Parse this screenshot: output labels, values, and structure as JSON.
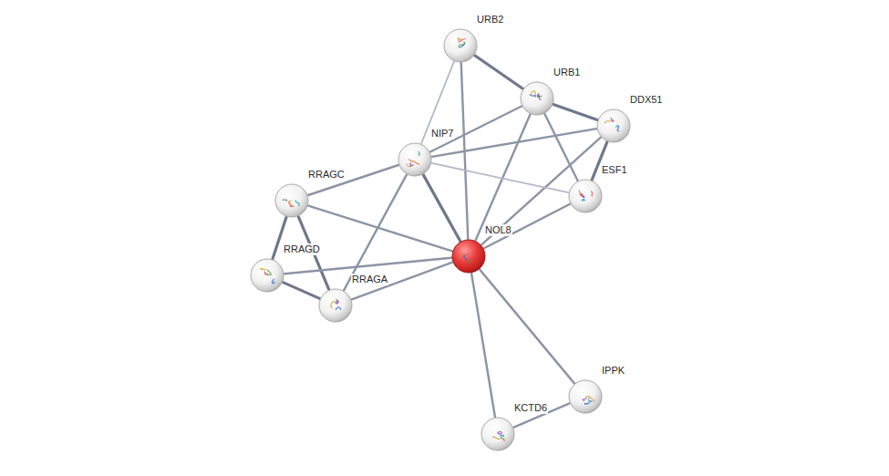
{
  "diagram": {
    "nodes": [
      {
        "text": [
          "URB2"
        ]
      },
      {
        "text": [
          "URB1"
        ]
      },
      {
        "text": [
          "DDX51"
        ]
      },
      {
        "text": [
          "NIP7"
        ]
      },
      {
        "text": [
          "ESF1"
        ]
      },
      {
        "text": [
          "RRAGC"
        ]
      },
      {
        "text": [
          "NOL8"
        ]
      },
      {
        "text": [
          "RRAGD"
        ]
      },
      {
        "text": [
          "RRAGA"
        ]
      },
      {
        "text": [
          "IPPK"
        ]
      },
      {
        "text": [
          "KCTD6"
        ]
      }
    ],
    "edges": [
      {
        "from": 0,
        "to": 1,
        "arrow": "none"
      },
      {
        "from": 0,
        "to": 3,
        "arrow": "none"
      },
      {
        "from": 0,
        "to": 6,
        "arrow": "none"
      },
      {
        "from": 1,
        "to": 2,
        "arrow": "none"
      },
      {
        "from": 1,
        "to": 3,
        "arrow": "none"
      },
      {
        "from": 1,
        "to": 6,
        "arrow": "none"
      },
      {
        "from": 1,
        "to": 4,
        "arrow": "none"
      },
      {
        "from": 2,
        "to": 3,
        "arrow": "none"
      },
      {
        "from": 2,
        "to": 4,
        "arrow": "none"
      },
      {
        "from": 2,
        "to": 6,
        "arrow": "none"
      },
      {
        "from": 3,
        "to": 4,
        "arrow": "none"
      },
      {
        "from": 3,
        "to": 5,
        "arrow": "none"
      },
      {
        "from": 3,
        "to": 6,
        "arrow": "none"
      },
      {
        "from": 3,
        "to": 8,
        "arrow": "none"
      },
      {
        "from": 4,
        "to": 6,
        "arrow": "none"
      },
      {
        "from": 5,
        "to": 7,
        "arrow": "none"
      },
      {
        "from": 5,
        "to": 8,
        "arrow": "none"
      },
      {
        "from": 5,
        "to": 6,
        "arrow": "none"
      },
      {
        "from": 7,
        "to": 8,
        "arrow": "none"
      },
      {
        "from": 7,
        "to": 6,
        "arrow": "none"
      },
      {
        "from": 8,
        "to": 6,
        "arrow": "none"
      },
      {
        "from": 6,
        "to": 9,
        "arrow": "none"
      },
      {
        "from": 6,
        "to": 10,
        "arrow": "none"
      },
      {
        "from": 9,
        "to": 10,
        "arrow": "none"
      }
    ]
  }
}
